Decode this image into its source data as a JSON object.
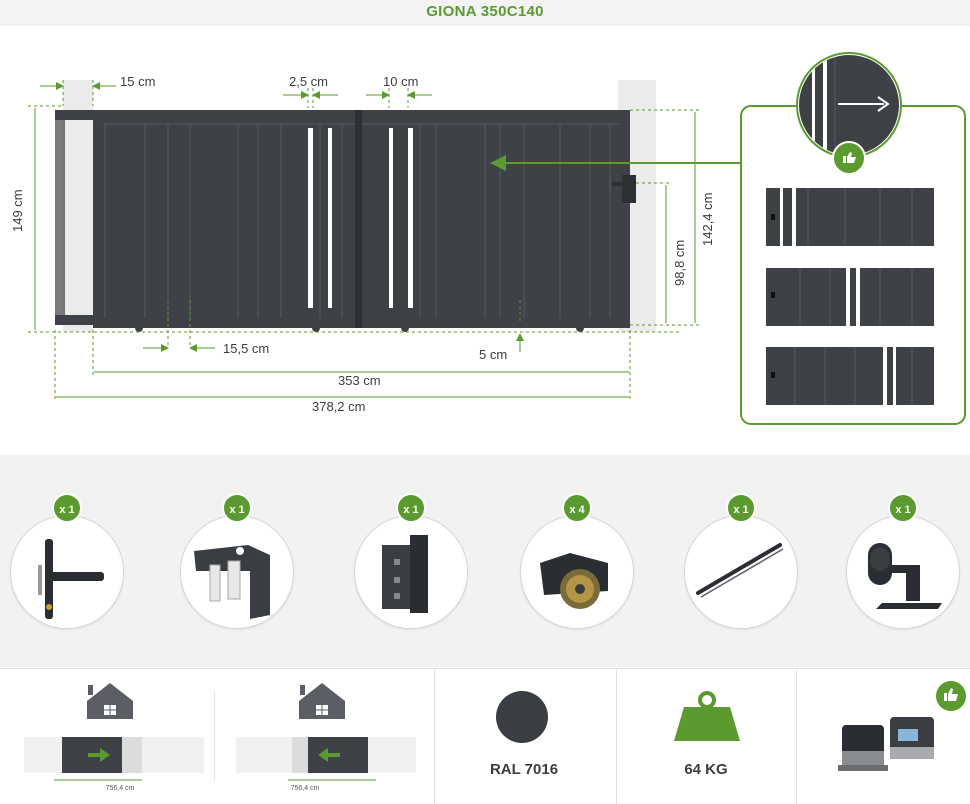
{
  "title": "GIONA 350C140",
  "colors": {
    "accent": "#5a9a2f",
    "gate": "#3e4247",
    "post": "#ebebeb"
  },
  "dimensions": {
    "post_width": "15 cm",
    "stripe_gap": "2,5 cm",
    "stripe_width": "10 cm",
    "total_height": "149 cm",
    "panel_height": "142,4 cm",
    "handle_height": "98,8 cm",
    "edge_offset": "15,5 cm",
    "ground_clearance": "5 cm",
    "opening_width": "353 cm",
    "total_width": "378,2 cm"
  },
  "accessories": [
    {
      "qty": "x 1",
      "icon": "door-handle-icon"
    },
    {
      "qty": "x 1",
      "icon": "guide-roller-icon"
    },
    {
      "qty": "x 1",
      "icon": "latch-bracket-icon"
    },
    {
      "qty": "x 4",
      "icon": "wheel-icon"
    },
    {
      "qty": "x 1",
      "icon": "rail-icon"
    },
    {
      "qty": "x 1",
      "icon": "end-stop-icon"
    }
  ],
  "bottom": {
    "left_width": "756,4 cm",
    "right_width": "756,4 cm",
    "ral": "RAL 7016",
    "weight": "64 KG"
  }
}
